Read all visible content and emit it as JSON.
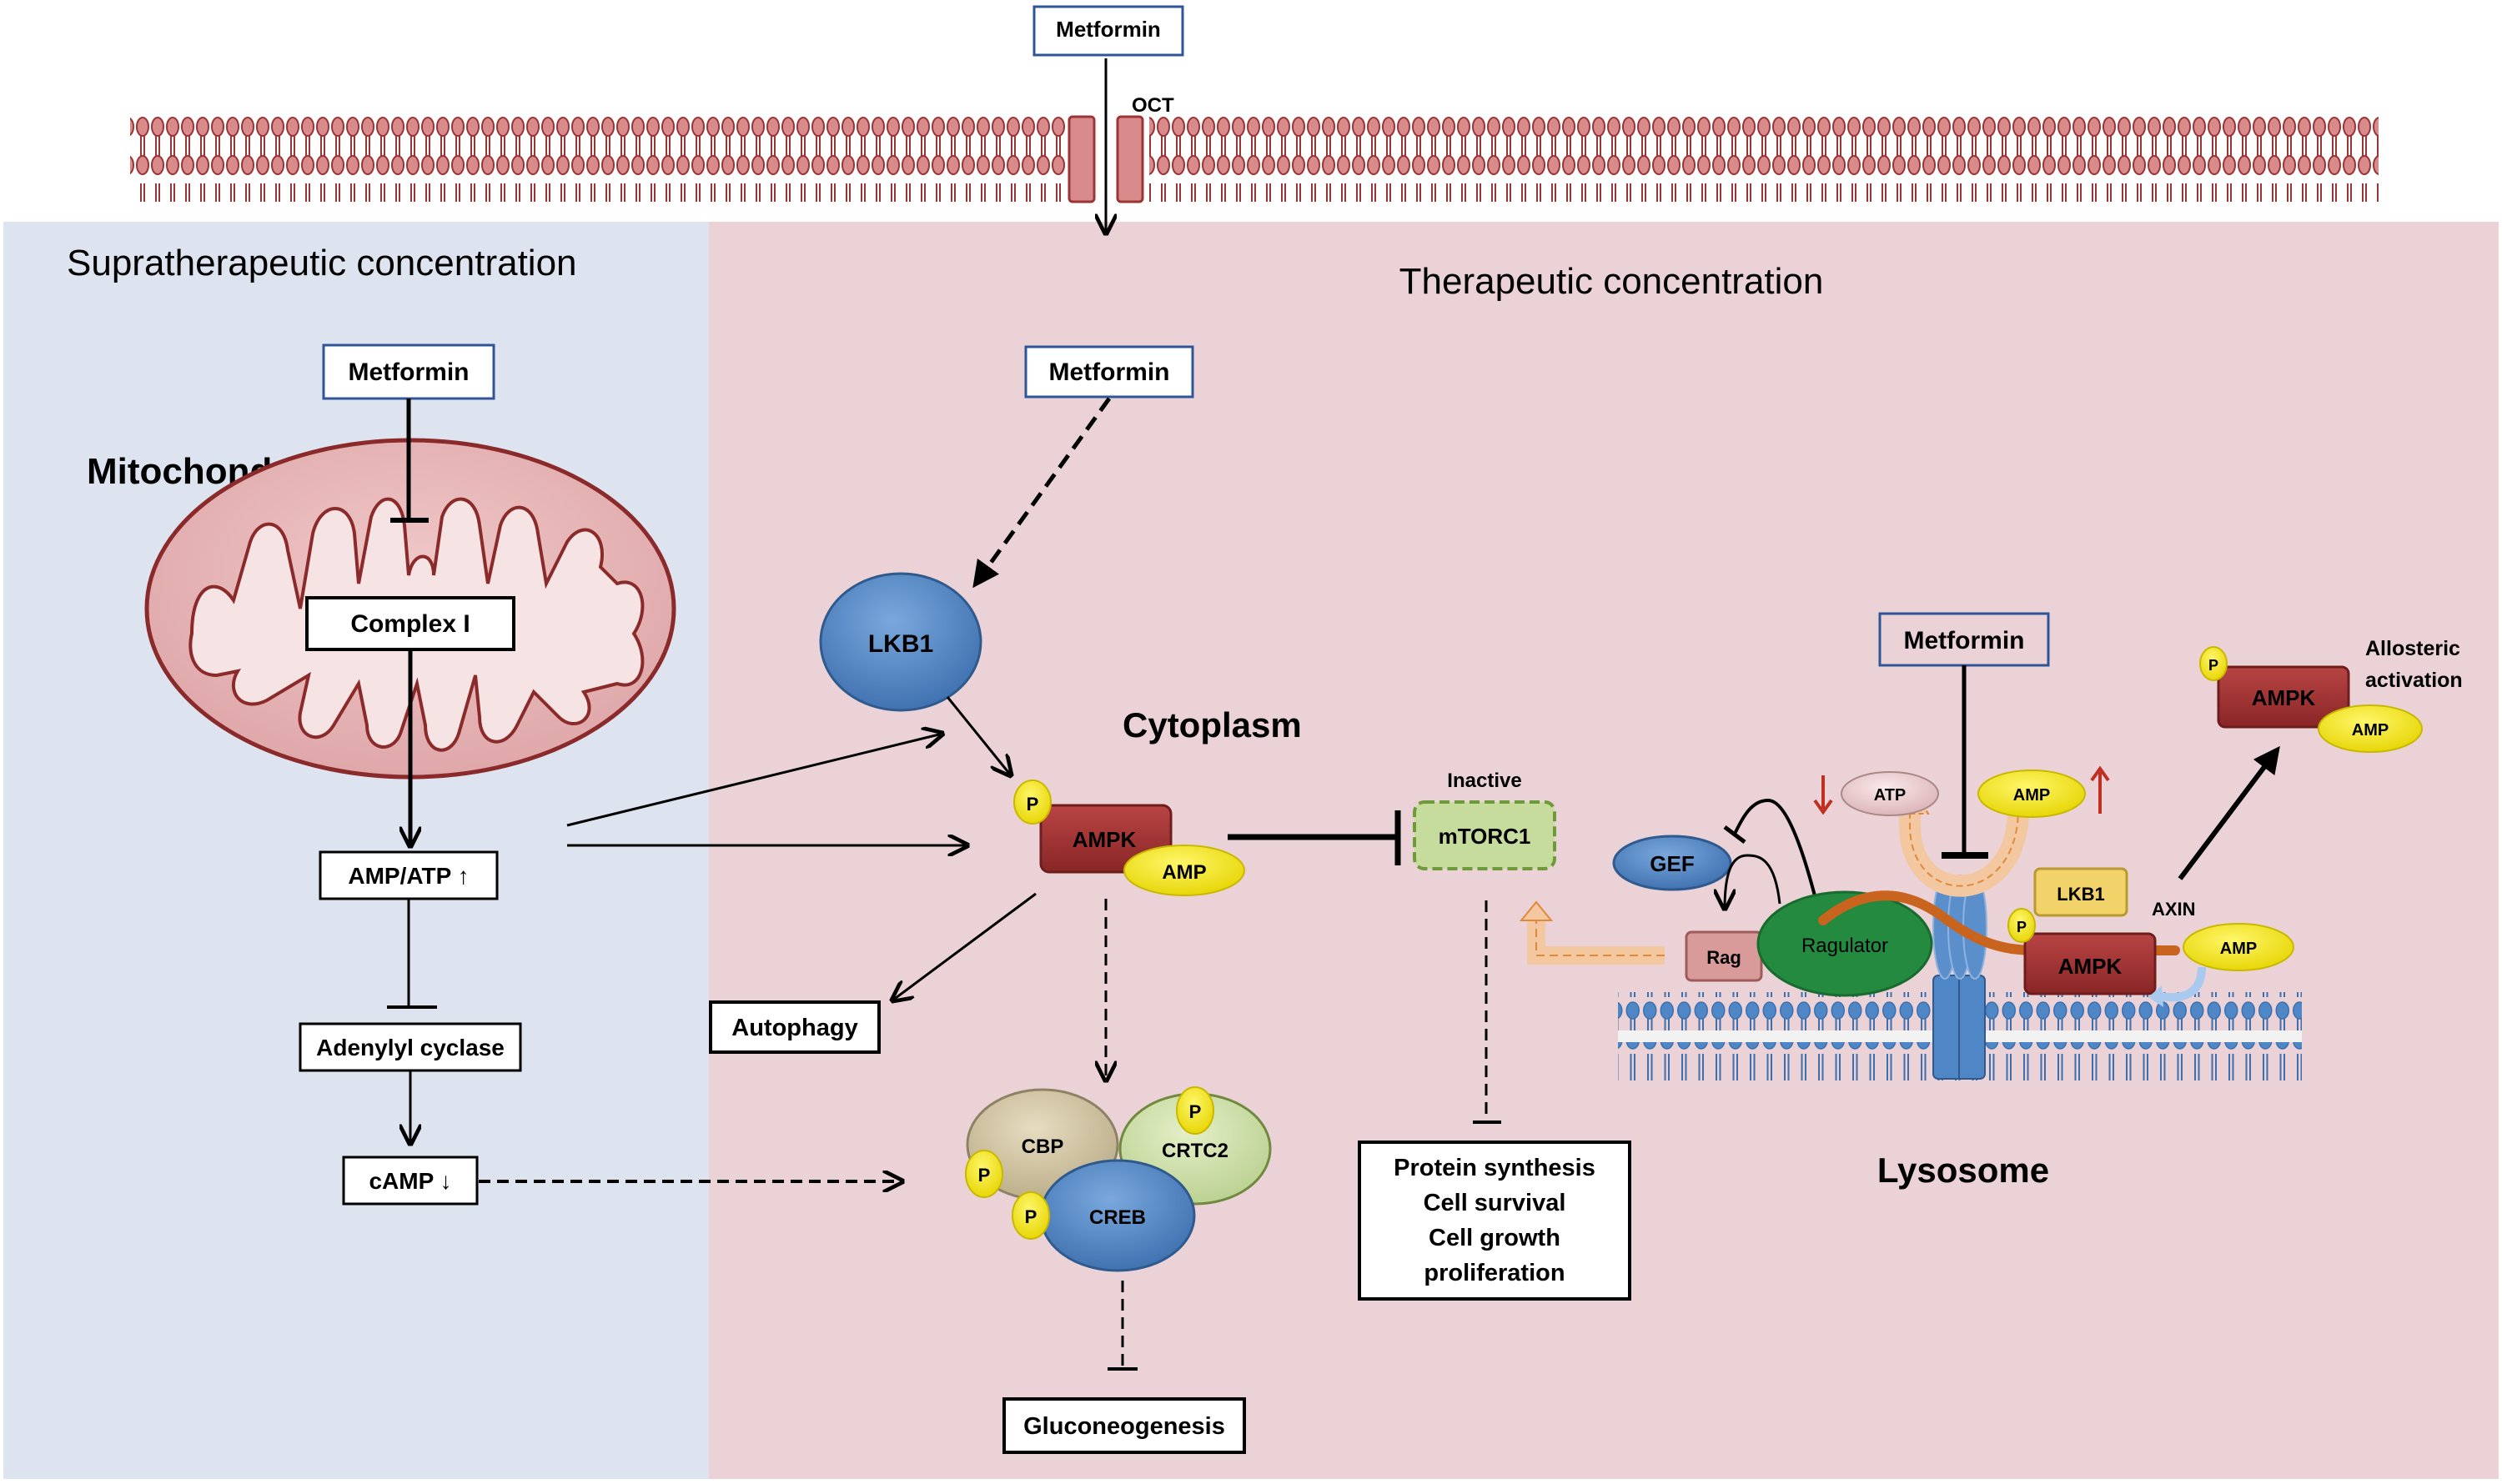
{
  "colors": {
    "left_panel": "#dde3ef",
    "right_panel": "#ead2d7",
    "membrane_head": "#d98b8b",
    "membrane_stroke": "#9b3535",
    "lyso_head": "#4f86c6",
    "ampk": "#a33434",
    "amp": "#f5e81a",
    "lkb1_blue": "#4f86c6",
    "mtorc1": "#c6dc9c",
    "ragulator": "#238a3f",
    "axin": "#c8641e",
    "red_arrow": "#c03020"
  },
  "top": {
    "metformin": "Metformin",
    "oct": "OCT"
  },
  "left": {
    "title": "Supratherapeutic concentration",
    "metformin": "Metformin",
    "mitochondria": "Mitochondria",
    "complex1": "Complex I",
    "ampatp": "AMP/ATP ↑",
    "adenylyl": "Adenylyl cyclase",
    "camp": "cAMP ↓"
  },
  "right": {
    "title": "Therapeutic concentration",
    "metformin": "Metformin",
    "lkb1": "LKB1",
    "cytoplasm": "Cytoplasm",
    "p": "P",
    "ampk": "AMPK",
    "amp": "AMP",
    "inactive": "Inactive",
    "mtorc1": "mTORC1",
    "autophagy": "Autophagy",
    "cbp": "CBP",
    "crtc2": "CRTC2",
    "creb": "CREB",
    "gluconeogenesis": "Gluconeogenesis",
    "outcomes": [
      "Protein synthesis",
      "Cell survival",
      "Cell growth",
      "proliferation"
    ]
  },
  "lysosome": {
    "metformin": "Metformin",
    "atp": "ATP",
    "amp": "AMP",
    "gef": "GEF",
    "rag": "Rag",
    "ragulator": "Ragulator",
    "lkb1": "LKB1",
    "axin": "AXIN",
    "ampk": "AMPK",
    "p": "P",
    "label": "Lysosome",
    "allosteric": [
      "Allosteric",
      "activation"
    ]
  }
}
